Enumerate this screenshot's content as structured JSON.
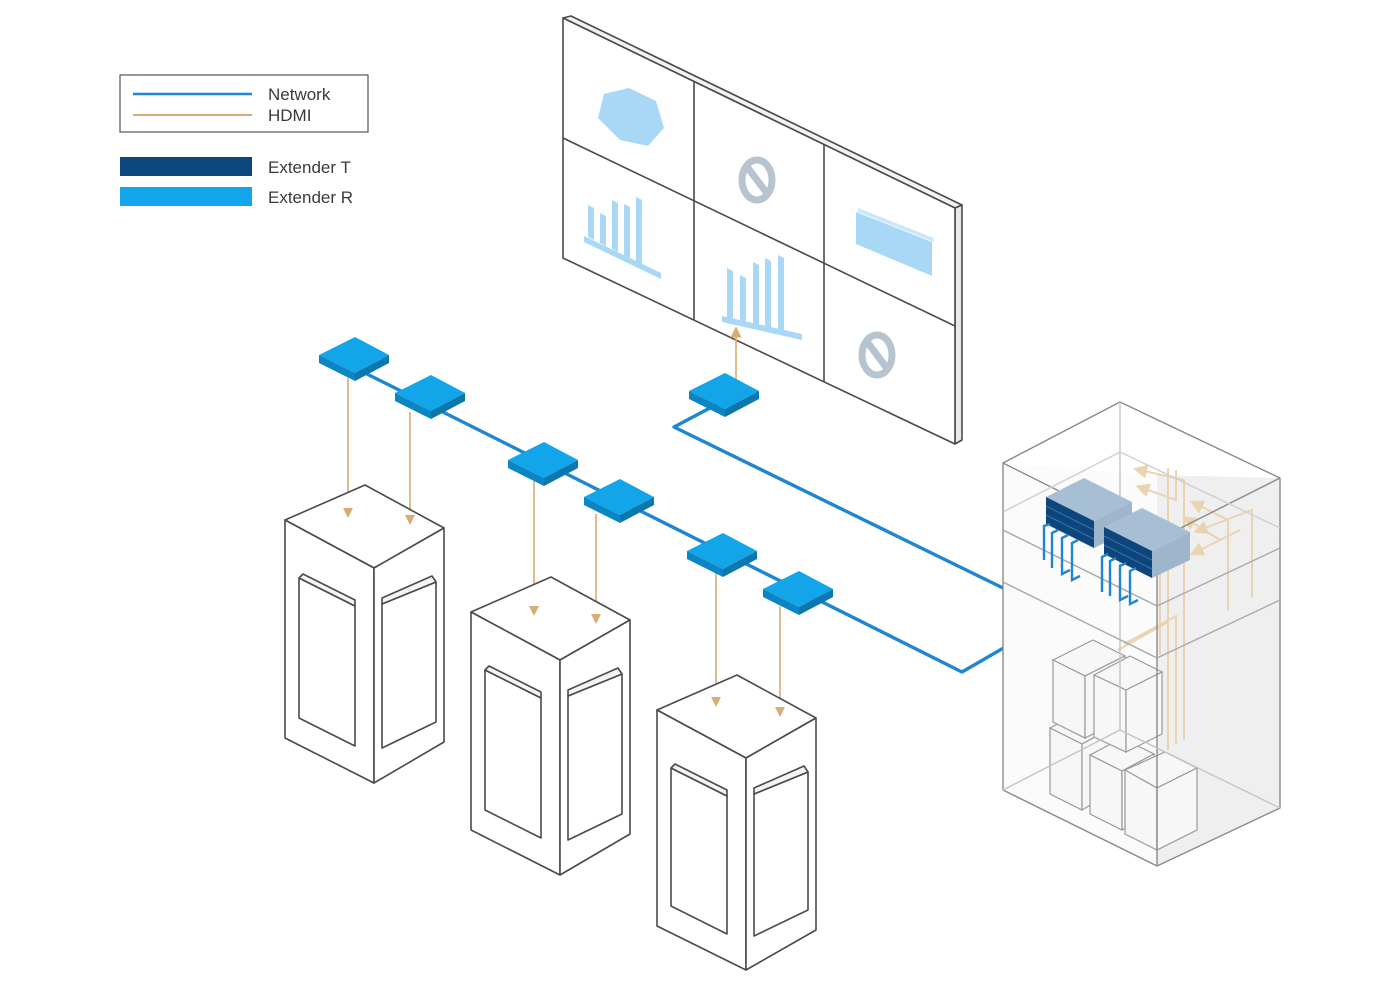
{
  "legend": {
    "lines": [
      {
        "label": "Network",
        "color": "#1f86d1",
        "icon": "network-line"
      },
      {
        "label": "HDMI",
        "color": "#d9ac74",
        "icon": "hdmi-line"
      }
    ],
    "devices": [
      {
        "label": "Extender T",
        "color": "#0c467c",
        "icon": "extender-t-swatch"
      },
      {
        "label": "Extender R",
        "color": "#13a5e9",
        "icon": "extender-r-swatch"
      }
    ]
  },
  "colors": {
    "network": "#1f86d1",
    "hdmi": "#d9ac74",
    "hdmi_faded": "#ead3b0",
    "extender_t": "#0c467c",
    "extender_r": "#13a5e9",
    "screen_content": "#a9d8f6",
    "screen_icon_gray": "#b7c3cf",
    "outline": "#4a4a4a"
  }
}
